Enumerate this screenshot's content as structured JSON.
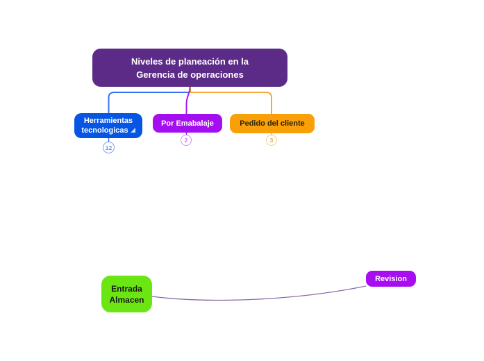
{
  "diagram": {
    "root": {
      "lines": [
        "Niveles de planeación en la",
        "Gerencia de operaciones"
      ],
      "bg": "#5b2b87",
      "text_color": "#ffffff"
    },
    "children": [
      {
        "lines": [
          "Herramientas",
          "tecnologicas"
        ],
        "bg": "#0656e3",
        "text_color": "#ffffff",
        "badge": "12",
        "collapsed": true
      },
      {
        "label": "Por Emabalaje",
        "bg": "#a50ef0",
        "text_color": "#ffffff",
        "badge": "2"
      },
      {
        "label": "Pedido del cliente",
        "bg": "#f9a008",
        "text_color": "#2b2000",
        "badge": "3"
      }
    ],
    "floating_nodes": [
      {
        "lines": [
          "Entrada",
          "Almacen"
        ],
        "bg": "#6ce613",
        "text_color": "#161616"
      },
      {
        "label": "Revision",
        "bg": "#a80df2",
        "text_color": "#ffffff"
      }
    ],
    "connector_colors": {
      "blue_branch": "#3a72f0",
      "purple_branch": "#aa14f2",
      "orange_branch": "#f9a83a",
      "root_stub": "#b2603e",
      "floating_link": "#8a68a8"
    },
    "badge_colors": {
      "blue_border": "#7d9ff2",
      "blue_text": "#6a8ff0",
      "purple_border": "#d08df5",
      "purple_text": "#c77ef2",
      "orange_border": "#fbcc85",
      "orange_text": "#f0a43c"
    }
  }
}
